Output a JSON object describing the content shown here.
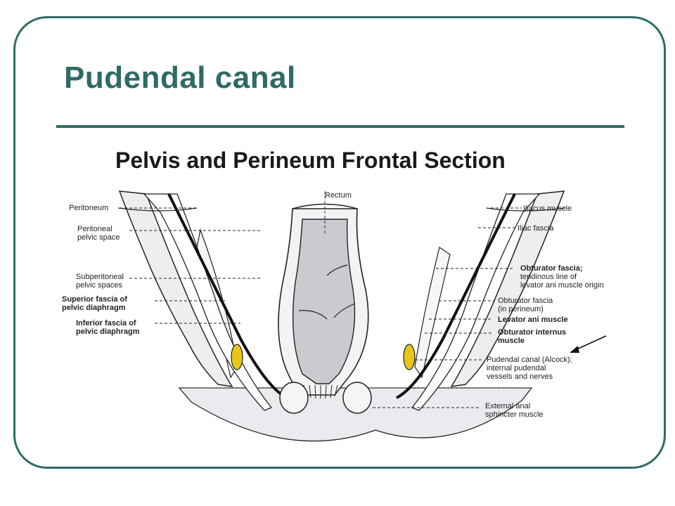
{
  "slide": {
    "title": "Pudendal canal",
    "accent_color": "#2f6b66"
  },
  "figure": {
    "title": "Pelvis and Perineum Frontal Section",
    "labels": {
      "rectum": "Rectum",
      "peritoneum": "Peritoneum",
      "peritoneal_pelvic_space": "Peritoneal\npelvic space",
      "subperitoneal_pelvic_spaces": "Subperitoneal\npelvic spaces",
      "superior_fascia": "Superior fascia of\npelvic diaphragm",
      "inferior_fascia": "Inferior fascia of\npelvic diaphragm",
      "iliacus_muscle": "Iliacus muscle",
      "iliac_fascia": "Iliac fascia",
      "obturator_fascia_bold": "Obturator fascia;",
      "obturator_fascia_rest": "tendinous line of\nlevator ani muscle origin",
      "obturator_fascia_perineum": "Obturator fascia\n(in perineum)",
      "levator_ani": "Levator ani muscle",
      "obturator_internus": "Obturator internus\nmuscle",
      "pudendal_canal": "Pudendal canal (Alcock);\ninternal pudendal\nvessels and nerves",
      "external_anal_sphincter": "External anal\nsphincter muscle"
    },
    "colors": {
      "canal_highlight": "#e8c619",
      "rectum_fill": "#c9cbd0",
      "bone_fill": "#eeeeee"
    }
  }
}
